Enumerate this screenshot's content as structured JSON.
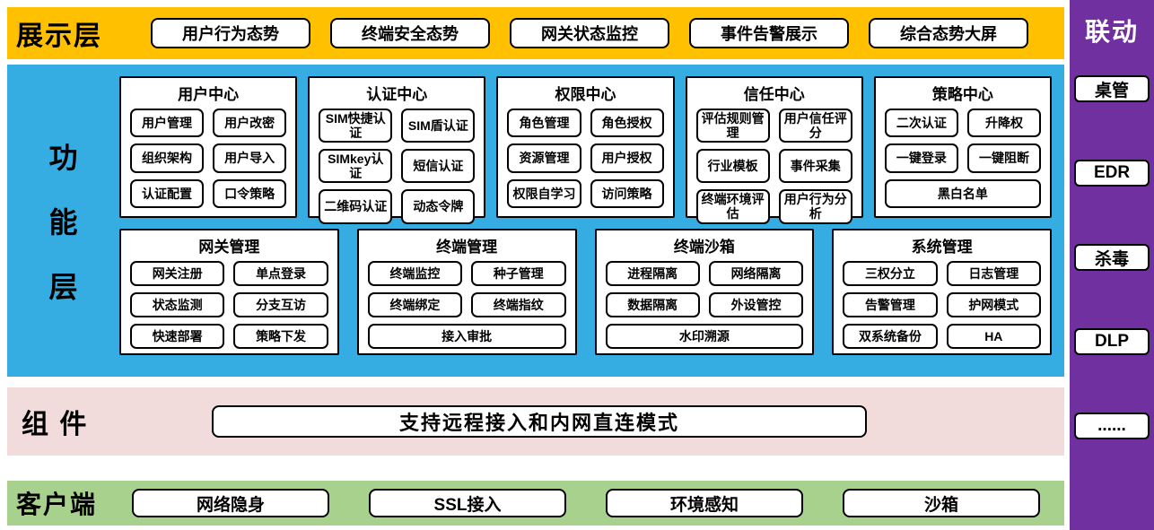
{
  "display_layer": {
    "label": "展示层",
    "items": [
      "用户行为态势",
      "终端安全态势",
      "网关状态监控",
      "事件告警展示",
      "综合态势大屏"
    ]
  },
  "function_layer": {
    "label": "功能层",
    "label_chars": [
      "功",
      "能",
      "层"
    ],
    "groups_row1": [
      {
        "title": "用户中心",
        "items": [
          "用户管理",
          "用户改密",
          "组织架构",
          "用户导入",
          "认证配置",
          "口令策略"
        ]
      },
      {
        "title": "认证中心",
        "items": [
          "SIM快捷认证",
          "SIM盾认证",
          "SIMkey认证",
          "短信认证",
          "二维码认证",
          "动态令牌"
        ]
      },
      {
        "title": "权限中心",
        "items": [
          "角色管理",
          "角色授权",
          "资源管理",
          "用户授权",
          "权限自学习",
          "访问策略"
        ]
      },
      {
        "title": "信任中心",
        "items": [
          "评估规则管理",
          "用户信任评分",
          "行业模板",
          "事件采集",
          "终端环境评估",
          "用户行为分析"
        ]
      },
      {
        "title": "策略中心",
        "items": [
          "二次认证",
          "升降权",
          "一键登录",
          "一键阻断",
          "黑白名单"
        ]
      }
    ],
    "groups_row2": [
      {
        "title": "网关管理",
        "items": [
          "网关注册",
          "单点登录",
          "状态监测",
          "分支互访",
          "快速部署",
          "策略下发"
        ]
      },
      {
        "title": "终端管理",
        "items": [
          "终端监控",
          "种子管理",
          "终端绑定",
          "终端指纹",
          "接入审批"
        ]
      },
      {
        "title": "终端沙箱",
        "items": [
          "进程隔离",
          "网络隔离",
          "数据隔离",
          "外设管控",
          "水印溯源"
        ]
      },
      {
        "title": "系统管理",
        "items": [
          "三权分立",
          "日志管理",
          "告警管理",
          "护网模式",
          "双系统备份",
          "HA"
        ]
      }
    ]
  },
  "component_layer": {
    "label": "组 件",
    "item": "支持远程接入和内网直连模式"
  },
  "client_layer": {
    "label": "客户端",
    "items": [
      "网络隐身",
      "SSL接入",
      "环境感知",
      "沙箱"
    ]
  },
  "linkage_column": {
    "label": "联动",
    "items": [
      "桌管",
      "EDR",
      "杀毒",
      "DLP",
      "......"
    ]
  },
  "colors": {
    "display_band": "#FFC000",
    "function_band": "#35ACE2",
    "component_band": "#F2DCDB",
    "client_band": "#A9D18E",
    "linkage_band": "#7030A0",
    "button_bg": "#FFFFFF",
    "border": "#000000"
  }
}
